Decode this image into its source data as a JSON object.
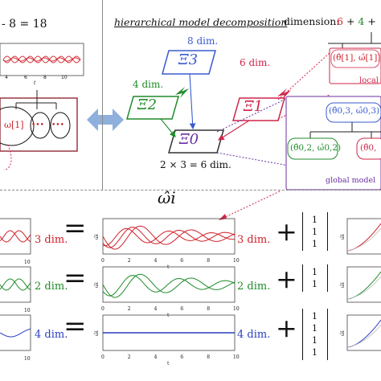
{
  "top_left": {
    "equation": "- 8 = 18",
    "ticks": [
      "4",
      "6",
      "8",
      "10"
    ],
    "axis_t": "t"
  },
  "header": {
    "title": "hierarchical model decomposition",
    "dimension_label": "dimension:",
    "dimension_expr": [
      "6",
      "+",
      "4",
      "+"
    ]
  },
  "nodes": {
    "xi3": {
      "symbol": "Ξ3",
      "dim": "8 dim.",
      "color": "#3a5bd0"
    },
    "xi2": {
      "symbol": "Ξ2",
      "dim": "4 dim.",
      "color": "#1f8c2a"
    },
    "xi1": {
      "symbol": "Ξ1",
      "dim": "6 dim.",
      "color": "#d0254a"
    },
    "xi0": {
      "symbol": "Ξ0",
      "dim": "2 × 3 = 6 dim.",
      "color": "#6a2fa0"
    }
  },
  "right_panel": {
    "local_theta": "(θ̂[1], ω̂[1])",
    "local_label": "local",
    "global_root": "(θ̂0,3, ω̂0,3)",
    "global_left": "(θ̂0,2, ω̂0,2)",
    "global_right": "(θ̂0,",
    "global_label": "global model"
  },
  "left_tree": {
    "leaf_label": "ω[1]",
    "dots": "•••"
  },
  "bottom": {
    "omega_label": "ω̂i",
    "rows": [
      {
        "left_dim": "3 dim.",
        "mid_dim": "3 dim.",
        "vector": [
          "1",
          "1",
          "1"
        ],
        "color": "#d0202a"
      },
      {
        "left_dim": "2 dim.",
        "mid_dim": "2 dim.",
        "vector": [
          "1",
          "1"
        ],
        "color": "#1f8c2a"
      },
      {
        "left_dim": "4 dim.",
        "mid_dim": "4 dim.",
        "vector": [
          "1",
          "1",
          "1",
          "1"
        ],
        "color": "#2a3fc0"
      }
    ],
    "ticks_mid": [
      "0",
      "2",
      "4",
      "6",
      "8",
      "10"
    ],
    "ticks_left": [
      "10"
    ],
    "axis_t": "t",
    "eq": "=",
    "plus": "+"
  },
  "colors": {
    "red": "#d0202a",
    "green": "#1f8c2a",
    "blue": "#2a3fc0",
    "purple": "#7b3fb0",
    "arrow": "#8fb0dc"
  }
}
